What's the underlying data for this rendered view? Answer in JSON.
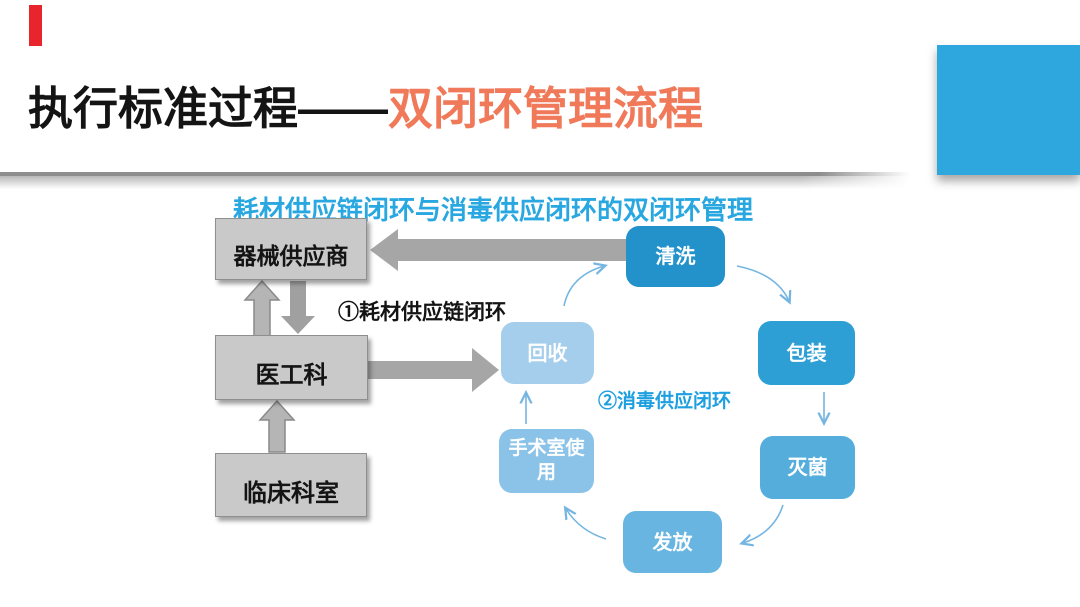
{
  "title": {
    "black": "执行标准过程",
    "dash": "——",
    "orange": "双闭环管理流程",
    "orange_color": "#f0795a",
    "black_color": "#141414"
  },
  "decor": {
    "red_mark_color": "#e8252d",
    "corner_square_color": "#2ea7de",
    "divider_color": "#8d8d8d"
  },
  "diagram": {
    "subtitle": "耗材供应链闭环与消毒供应闭环的双闭环管理",
    "subtitle_color": "#29a7e0",
    "loop1_label": "①耗材供应链闭环",
    "loop2_label": "②消毒供应闭环",
    "loop2_color": "#1e9fe0",
    "supply_chain": {
      "boxes": [
        {
          "label": "器械供应商"
        },
        {
          "label": "医工科"
        },
        {
          "label": "临床科室"
        }
      ],
      "box_fill": "#c9c9c9",
      "arrow_color": "#a6a6a6"
    },
    "cycle": {
      "steps": [
        {
          "label": "清洗",
          "color": "#2392ca"
        },
        {
          "label": "包装",
          "color": "#2e9fd5"
        },
        {
          "label": "灭菌",
          "color": "#55addc"
        },
        {
          "label": "发放",
          "color": "#67b5e0"
        },
        {
          "label": "手术室使用",
          "color": "#8bc3e8"
        },
        {
          "label": "回收",
          "color": "#a5ceec"
        }
      ],
      "connector_color": "#74b6e1"
    }
  }
}
